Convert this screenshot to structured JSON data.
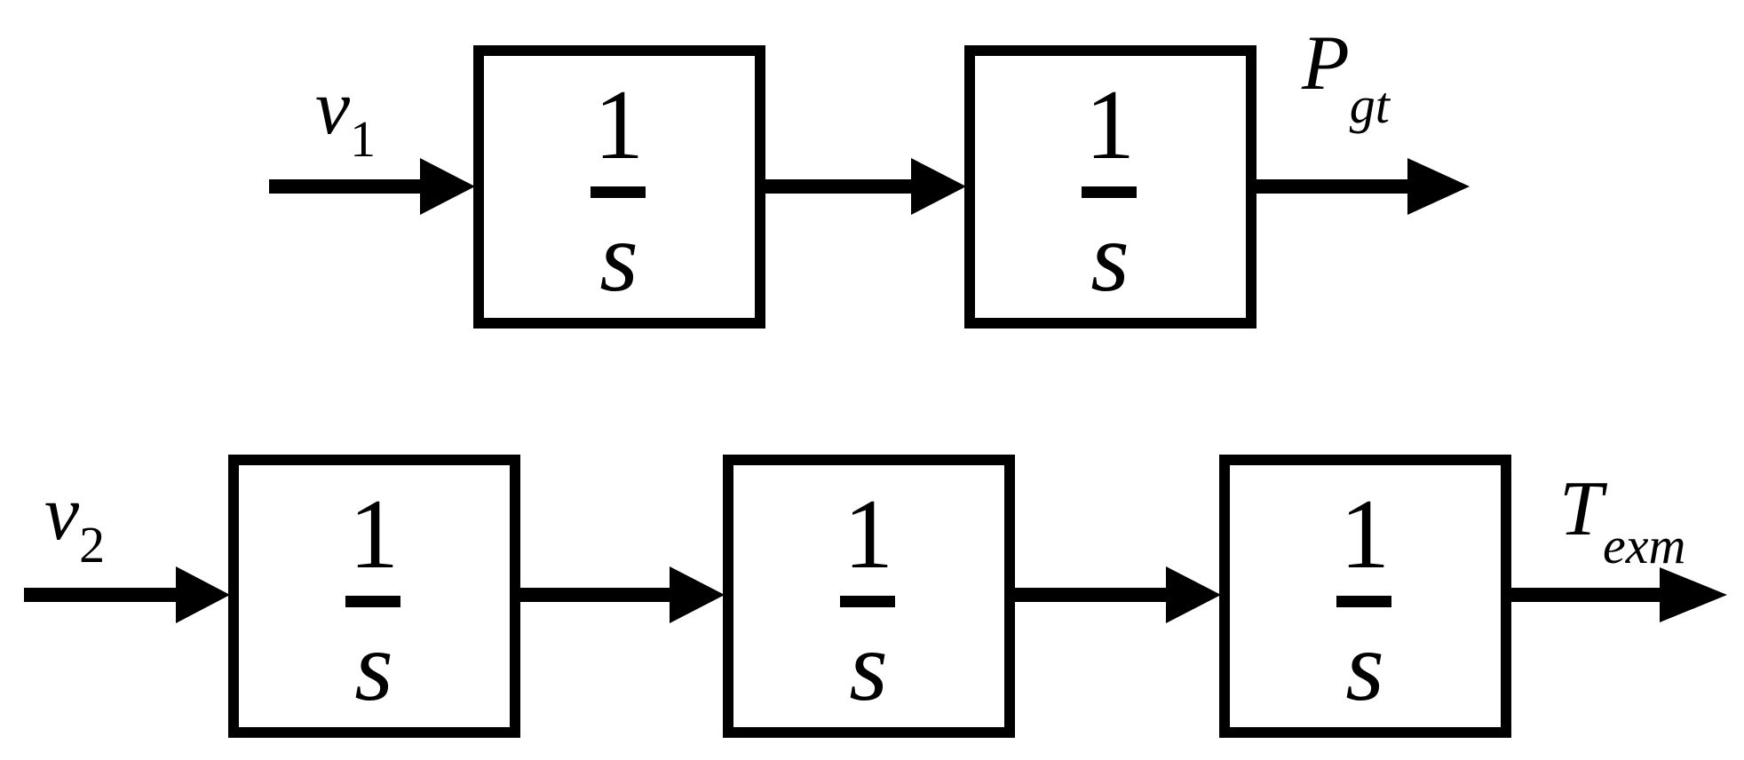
{
  "diagram": {
    "colors": {
      "ink": "#000000",
      "background": "#ffffff"
    },
    "rows": [
      {
        "input_label": {
          "base": "v",
          "sub": "1"
        },
        "output_label": {
          "base": "P",
          "sub": "gt"
        },
        "blocks": [
          {
            "numerator": "1",
            "denominator": "s"
          },
          {
            "numerator": "1",
            "denominator": "s"
          }
        ]
      },
      {
        "input_label": {
          "base": "v",
          "sub": "2"
        },
        "output_label": {
          "base": "T",
          "sub": "exm"
        },
        "blocks": [
          {
            "numerator": "1",
            "denominator": "s"
          },
          {
            "numerator": "1",
            "denominator": "s"
          },
          {
            "numerator": "1",
            "denominator": "s"
          }
        ]
      }
    ]
  }
}
